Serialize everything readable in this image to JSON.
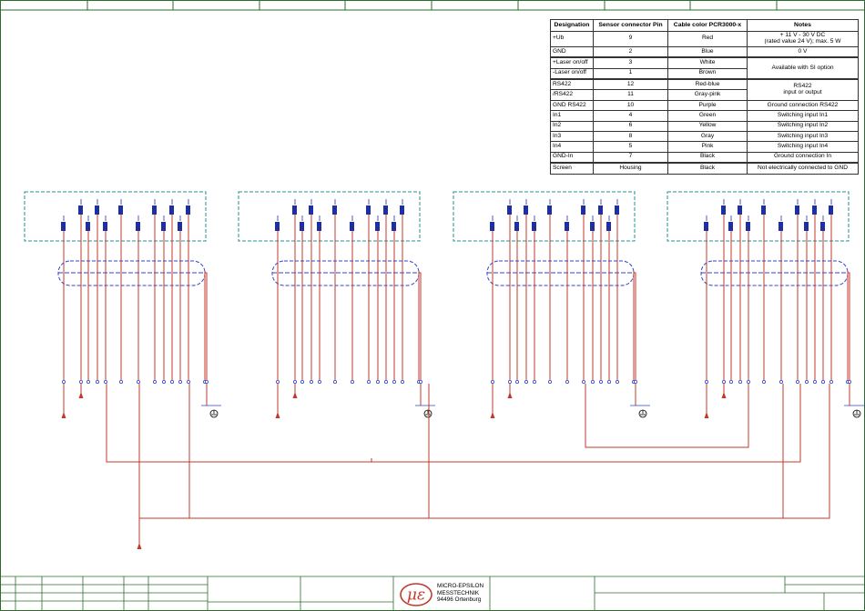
{
  "pin_table": {
    "headers": {
      "designation": "Designation",
      "pin": "Sensor connector Pin",
      "color": "Cable color PCR3000-x",
      "notes": "Notes"
    },
    "rows": [
      {
        "designation": "+Ub",
        "pin": "9",
        "color": "Red",
        "note_lines": [
          "+ 11 V - 30 V DC",
          "(rated value 24 V); max. 5 W"
        ]
      },
      {
        "designation": "GND",
        "pin": "2",
        "color": "Blue",
        "note_lines": [
          "0 V"
        ]
      },
      {
        "designation": "+Laser on/off",
        "pin": "3",
        "color": "White",
        "note_lines": [
          "Available with SI option"
        ],
        "gap_before": true,
        "note_rowspan": 2
      },
      {
        "designation": "-Laser on/off",
        "pin": "1",
        "color": "Brown",
        "note_lines": null
      },
      {
        "designation": "RS422",
        "pin": "12",
        "color": "Red-blue",
        "note_lines": [
          "RS422",
          "input or output"
        ],
        "gap_before": true,
        "note_rowspan": 2
      },
      {
        "designation": "/RS422",
        "pin": "11",
        "color": "Gray-pink",
        "note_lines": null
      },
      {
        "designation": "GND RS422",
        "pin": "10",
        "color": "Purple",
        "note_lines": [
          "Ground connection RS422"
        ]
      },
      {
        "designation": "In1",
        "pin": "4",
        "color": "Green",
        "note_lines": [
          "Switching input In1"
        ]
      },
      {
        "designation": "In2",
        "pin": "6",
        "color": "Yellow",
        "note_lines": [
          "Switching input In2"
        ]
      },
      {
        "designation": "In3",
        "pin": "8",
        "color": "Gray",
        "note_lines": [
          "Switching input In3"
        ]
      },
      {
        "designation": "In4",
        "pin": "5",
        "color": "Pink",
        "note_lines": [
          "Switching input In4"
        ]
      },
      {
        "designation": "GND-In",
        "pin": "7",
        "color": "Black",
        "note_lines": [
          "Ground connection In"
        ]
      },
      {
        "designation": "Screen",
        "pin": "Housing",
        "color": "Black",
        "note_lines": [
          "Not electrically connected to GND"
        ],
        "gap_before": true
      }
    ]
  },
  "diagram": {
    "sensor_count": 4,
    "wire_color": "#c0392b",
    "box_color": "#2a8f8f",
    "shield_color": "#3344cc",
    "pin_color": "#1f2fa0",
    "ground_symbol": "ground-icon"
  },
  "title_block": {
    "logo_text": "με",
    "company_lines": [
      "MICRO-EPSILON",
      "MESSTECHNIK",
      "94496 Ortenburg"
    ],
    "logo_color": "#c0392b"
  }
}
